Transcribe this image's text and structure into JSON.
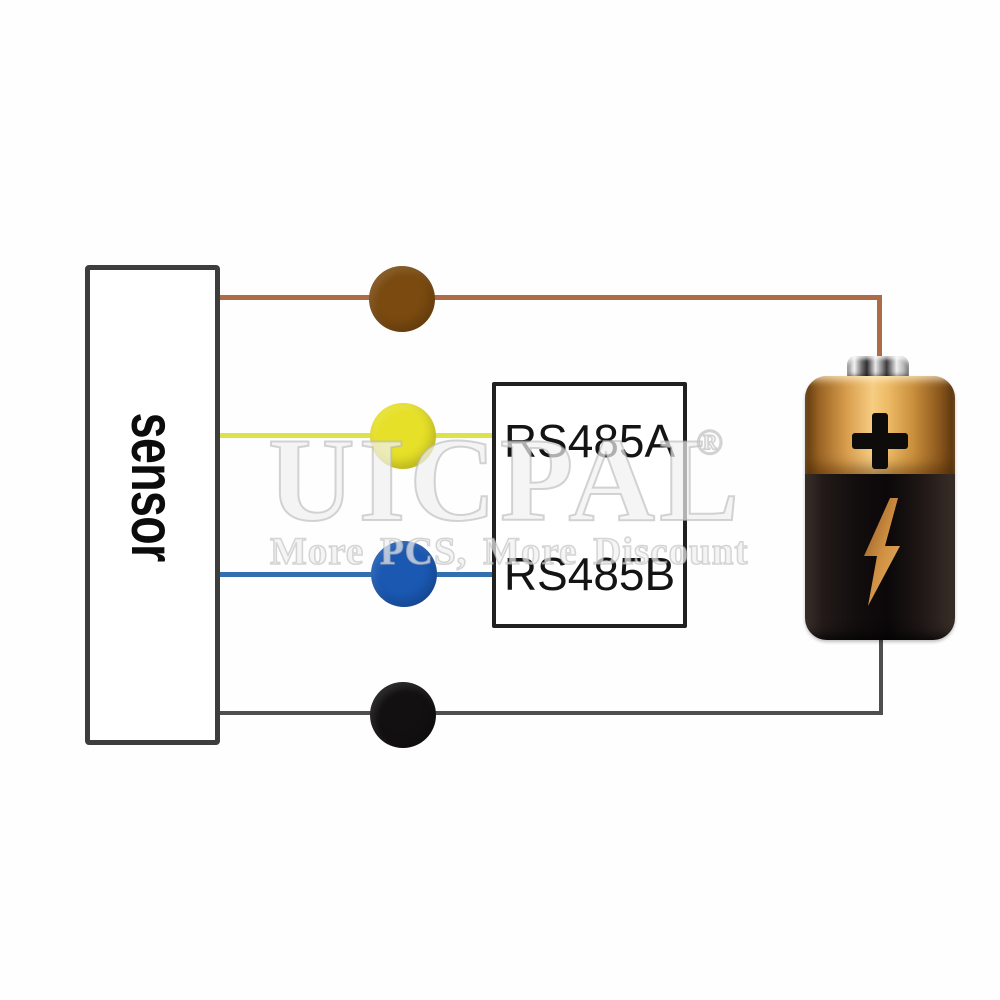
{
  "diagram": {
    "sensor_label": "sensor",
    "rs485_box": {
      "line_a": "RS485A",
      "line_b": "RS485B"
    },
    "wires": {
      "power": {
        "name": "power-wire",
        "wire_color": "#ad6c46",
        "dot_color": "#7a4a10"
      },
      "rs485a": {
        "name": "rs485a-wire",
        "wire_color": "#dde24b",
        "dot_color": "#e6e028"
      },
      "rs485b": {
        "name": "rs485b-wire",
        "wire_color": "#3270ae",
        "dot_color": "#1a58b2"
      },
      "ground": {
        "name": "ground-wire",
        "wire_color": "#4f4f4f",
        "dot_color": "#121010"
      }
    },
    "battery": {
      "polarity_symbol": "+",
      "icons": {
        "polarity": "plus-icon",
        "energy": "lightning-bolt-icon"
      }
    }
  },
  "watermark": {
    "brand": "UICPAL",
    "registered_mark": "®",
    "slogan": "More PCS, More Discount"
  }
}
